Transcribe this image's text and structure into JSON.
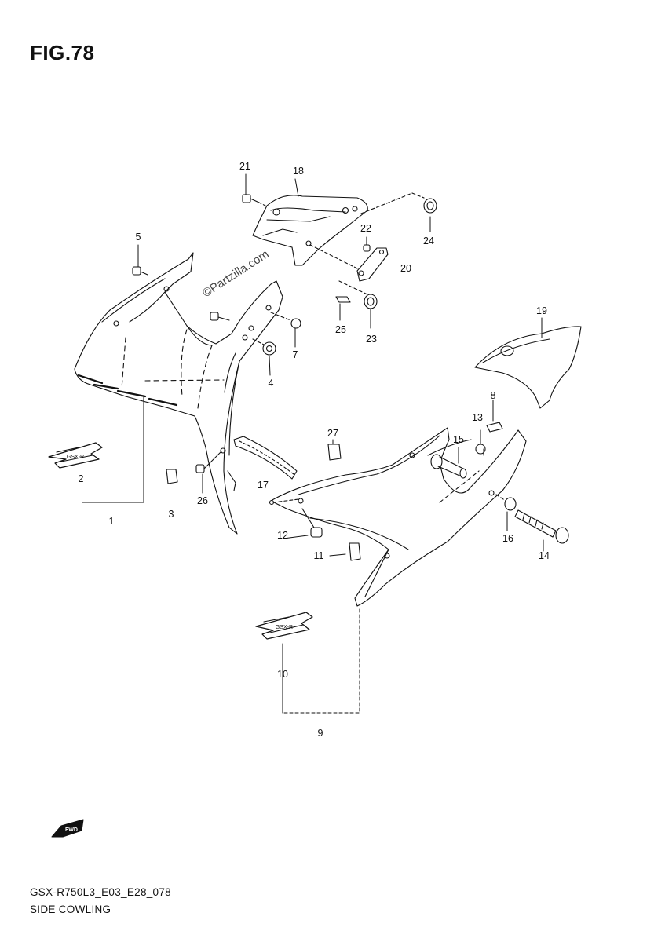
{
  "figure": {
    "title": "FIG.78"
  },
  "watermark": "©Partzilla.com",
  "footer": {
    "model_code": "GSX-R750L3_E03_E28_078",
    "section_name": "SIDE COWLING"
  },
  "callouts": {
    "c1": "1",
    "c2": "2",
    "c3": "3",
    "c4": "4",
    "c5": "5",
    "c7": "7",
    "c8": "8",
    "c9": "9",
    "c10": "10",
    "c11": "11",
    "c12": "12",
    "c13": "13",
    "c14": "14",
    "c15": "15",
    "c16": "16",
    "c17": "17",
    "c18": "18",
    "c19": "19",
    "c20": "20",
    "c21": "21",
    "c22": "22",
    "c23": "23",
    "c24": "24",
    "c25": "25",
    "c26": "26",
    "c27": "27"
  },
  "icons": {
    "direction_indicator": "fwd-arrow-icon",
    "decal": "gsxr-decal-icon"
  }
}
